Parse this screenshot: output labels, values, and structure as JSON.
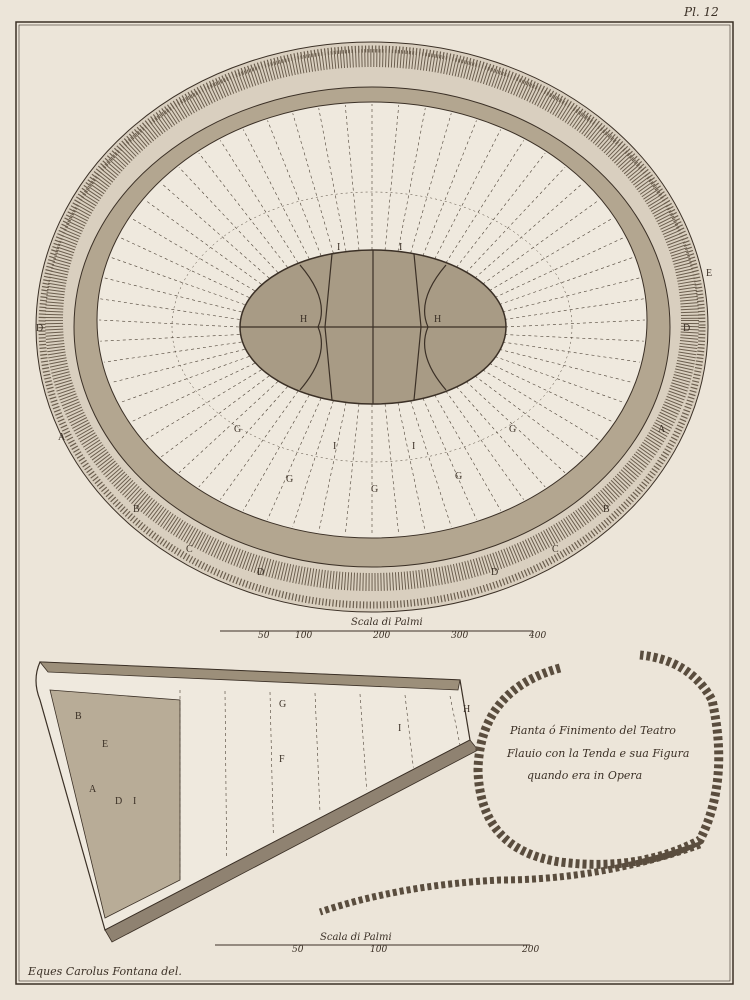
{
  "plate_number": "Pl. 12",
  "title_cartouche": {
    "line1": "Pianta ó Finimento del Teatro",
    "line2": "Flauio con la Tenda e sua Figura",
    "line3": "quando era in Opera"
  },
  "upper_scale": {
    "title": "Scala di Palmi",
    "ticks": [
      "50",
      "100",
      "200",
      "300",
      "400"
    ]
  },
  "lower_scale": {
    "title": "Scala di Palmi",
    "ticks": [
      "50",
      "100",
      "200"
    ]
  },
  "credit": "Eques Carolus Fontana del.",
  "plan_letters": {
    "I1": "I",
    "I2": "I",
    "H1": "H",
    "H2": "H",
    "E": "E",
    "D1": "D",
    "D2": "D",
    "A1": "A",
    "A2": "A",
    "B1": "B",
    "B2": "B",
    "C1": "C",
    "C2": "C",
    "D3": "D",
    "D4": "D",
    "G1": "G",
    "G2": "G",
    "G3": "G",
    "G4": "G",
    "G5": "G",
    "I3": "I",
    "I4": "I"
  },
  "section_letters": {
    "B": "B",
    "E": "E",
    "A": "A",
    "D": "D",
    "I1": "I",
    "G": "G",
    "F": "F",
    "I2": "I",
    "H": "H"
  },
  "colors": {
    "paper": "#ece5d9",
    "ink": "#3b3026",
    "shade": "#8f8271"
  }
}
